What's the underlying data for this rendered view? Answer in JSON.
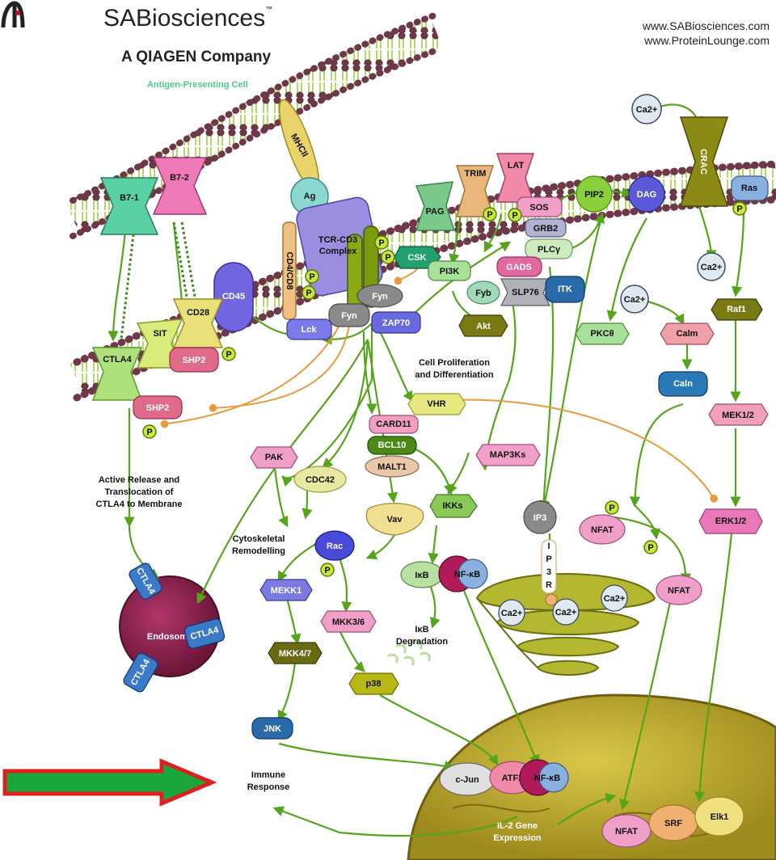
{
  "header": {
    "brand_prefix": "SA",
    "brand_main": "Biosciences",
    "trademark": "™",
    "company": "A QIAGEN Company",
    "url1": "www.SABiosciences.com",
    "url2": "www.ProteinLounge.com"
  },
  "labels": {
    "apc": "Antigen-Presenting Cell",
    "cell_prolif_1": "Cell Proliferation",
    "cell_prolif_2": "and Differentiation",
    "active_release_1": "Active Release and",
    "active_release_2": "Translocation of",
    "active_release_3": "CTLA4  to Membrane",
    "cytoskeletal_1": "Cytoskeletal",
    "cytoskeletal_2": "Remodelling",
    "ikb_deg_1": "IκB",
    "ikb_deg_2": "Degradation",
    "immune_1": "Immune",
    "immune_2": "Response",
    "il2_1": "IL-2 Gene",
    "il2_2": "Expression",
    "endosome": "Endosome",
    "ip3r": [
      "I",
      "P",
      "3",
      "R"
    ],
    "tcr_complex_1": "TCR-CD3",
    "tcr_complex_2": "Complex"
  },
  "nodes": {
    "b7_1": "B7-1",
    "b7_2": "B7-2",
    "mhc2": "MHCII",
    "ag": "Ag",
    "cd4cd8": "CD4/CD8",
    "cd45": "CD45",
    "cd28": "CD28",
    "sit": "SIT",
    "ctla4": "CTLA4",
    "shp2_a": "SHP2",
    "shp2_b": "SHP2",
    "lck": "Lck",
    "fyn_a": "Fyn",
    "fyn_b": "Fyn",
    "zap70": "ZAP70",
    "csk": "CSK",
    "pag": "PAG",
    "trim": "TRIM",
    "lat": "LAT",
    "pi3k": "PI3K",
    "akt": "Akt",
    "sos": "SOS",
    "grb2": "GRB2",
    "plcg": "PLCγ",
    "gads": "GADS",
    "fyb": "Fyb",
    "slp76": "SLP76",
    "itk": "ITK",
    "pip2": "PIP2",
    "dag": "DAG",
    "crac": "CRAC",
    "ras": "Ras",
    "ca": "Ca2+",
    "pkct": "PKCθ",
    "calm": "Calm",
    "caln": "Caln",
    "raf1": "Raf1",
    "mek12": "MEK1/2",
    "erk12": "ERK1/2",
    "vhr": "VHR",
    "card11": "CARD11",
    "bcl10": "BCL10",
    "malt1": "MALT1",
    "map3ks": "MAP3Ks",
    "ikks": "IKKs",
    "ip3": "IP3",
    "nfat_p": "NFAT",
    "nfat": "NFAT",
    "pak": "PAK",
    "cdc42": "CDC42",
    "vav": "Vav",
    "rac": "Rac",
    "mekk1": "MEKK1",
    "mkk36": "MKK3/6",
    "mkk47": "MKK4/7",
    "p38": "p38",
    "jnk": "JNK",
    "ikb": "IκB",
    "nfkb": "NF-κB",
    "cjun": "c-Jun",
    "atf2": "ATF2",
    "nfkb_n": "NF-κB",
    "nfat_n": "NFAT",
    "srf": "SRF",
    "elk1": "Elk1",
    "p": "P"
  },
  "colors": {
    "arrow_green": "#55a51c",
    "arrow_orange": "#e89a3c",
    "membrane_head": "#7a3c4a",
    "membrane_tail": "#b8e06a",
    "nucleus": "#c7b43a",
    "pointer_fill": "#1aa63a",
    "pointer_border": "#e02020"
  }
}
